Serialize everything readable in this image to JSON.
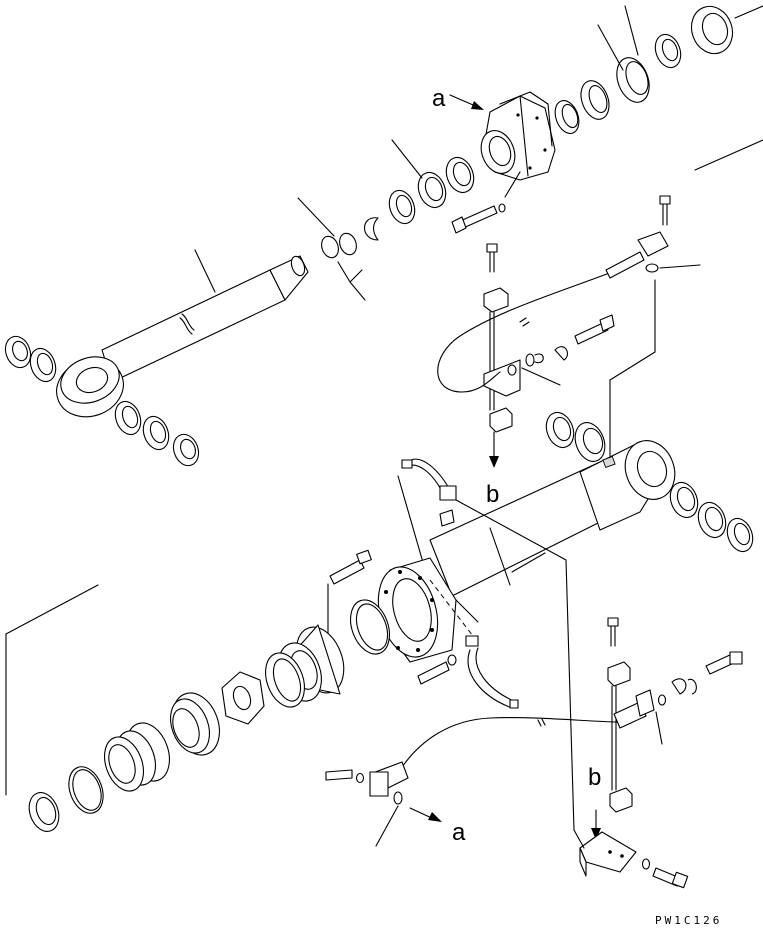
{
  "labels": {
    "a_upper": "a",
    "a_lower": "a",
    "b_upper": "b",
    "b_lower": "b"
  },
  "drawing_code": "PW1C126",
  "icons": [
    "arrow-icon"
  ]
}
